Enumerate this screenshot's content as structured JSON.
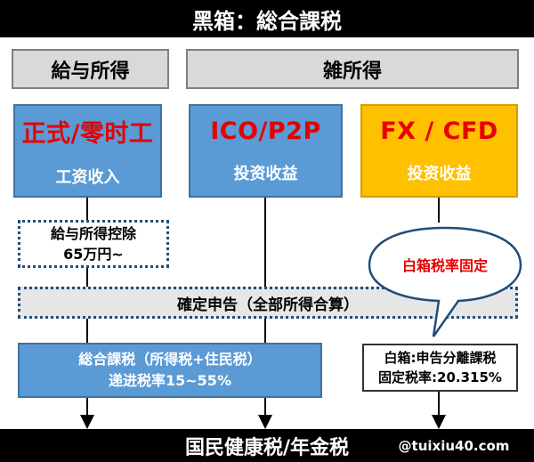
{
  "header": {
    "title": "黑箱：総合課税"
  },
  "sections": {
    "salary": "給与所得",
    "misc": "雑所得"
  },
  "boxes": {
    "worker": {
      "title": "正式/零时工",
      "subtitle": "工资收入"
    },
    "ico": {
      "title": "ICO/P2P",
      "subtitle": "投资收益"
    },
    "fx": {
      "title": "FX / CFD",
      "subtitle": "投资收益"
    }
  },
  "deduction": {
    "line1": "給与所得控除",
    "line2": "65万円~"
  },
  "callout": {
    "text": "白箱税率固定"
  },
  "filing": {
    "label": "確定申告（全部所得合算）"
  },
  "comprehensive": {
    "line1": "総合課税（所得税+住民税）",
    "line2": "递进税率15~55%"
  },
  "separate": {
    "line1": "白箱:申告分離課税",
    "line2": "固定税率:20.315%"
  },
  "footer": {
    "title": "国民健康税/年金税",
    "watermark": "@tuixiu40.com"
  },
  "colors": {
    "header_bg": "#000000",
    "gray": "#d9d9d9",
    "blue": "#5b9bd5",
    "yellow": "#ffc000",
    "accent_red": "#e60000",
    "arrow": "#000000"
  },
  "icons": {
    "arrow": "down-arrow-icon",
    "bubble": "speech-bubble-icon"
  }
}
